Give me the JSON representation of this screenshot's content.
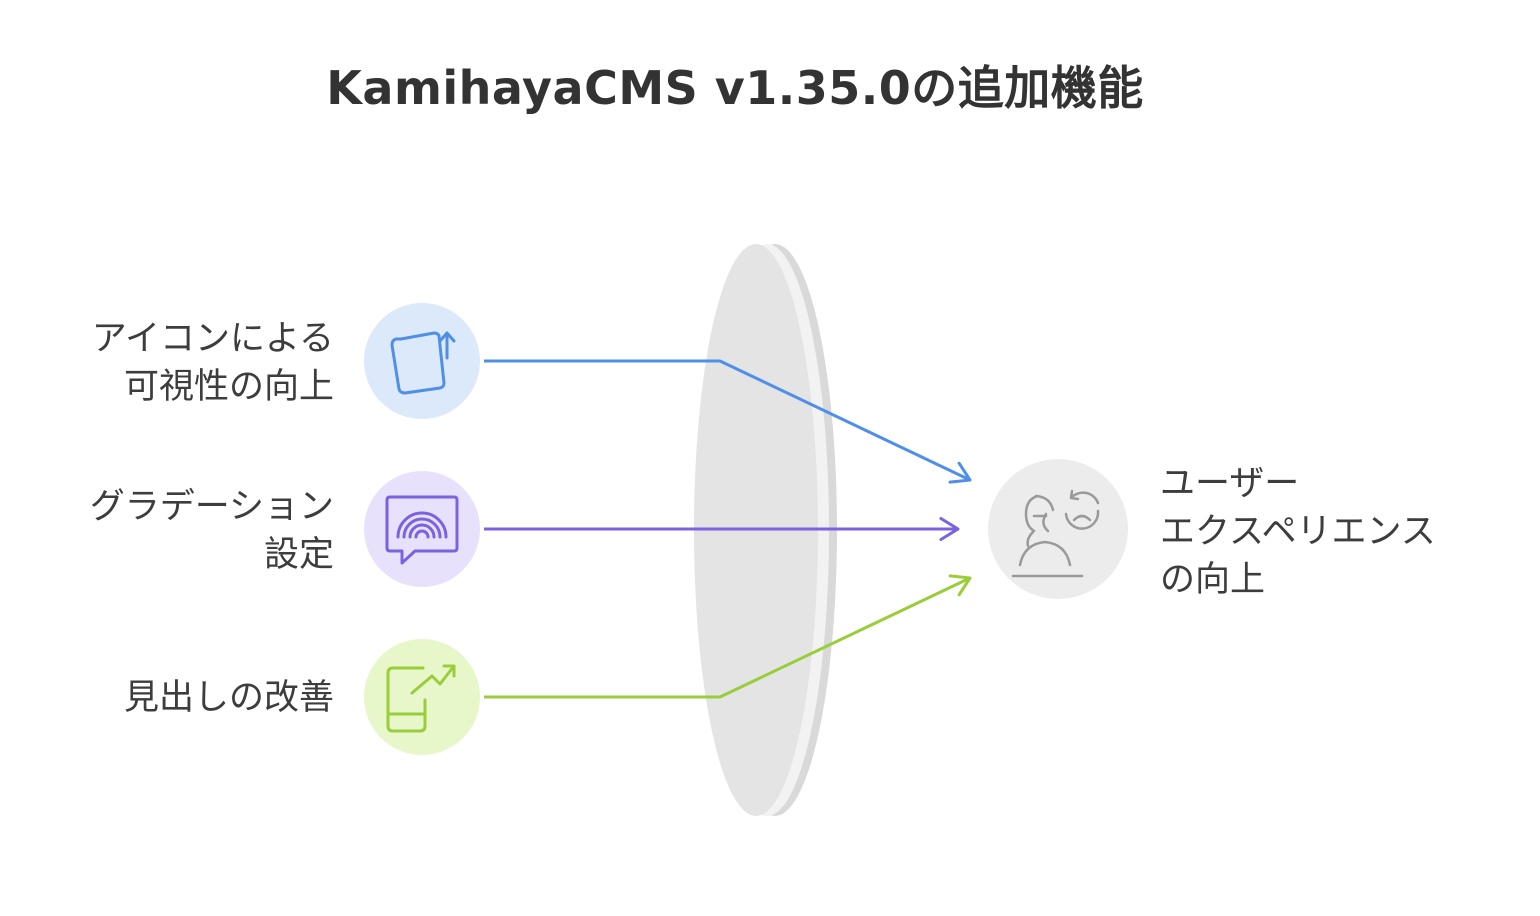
{
  "title": "KamihayaCMS v1.35.0の追加機能",
  "inputs": [
    {
      "lines": [
        "アイコンによる",
        "可視性の向上"
      ],
      "icon": "box-arrow-up-icon",
      "color": "#4f8fe8",
      "bg": "#dce9fb"
    },
    {
      "lines": [
        "グラデーション",
        "設定"
      ],
      "icon": "rainbow-message-icon",
      "color": "#7b62e0",
      "bg": "#e7e1fb"
    },
    {
      "lines": [
        "見出しの改善"
      ],
      "icon": "phone-trend-icon",
      "color": "#9acd3a",
      "bg": "#e7f7c9"
    }
  ],
  "output": {
    "lines": [
      "ユーザー",
      "エクスペリエンス",
      "の向上"
    ],
    "icon": "user-refresh-icon",
    "color": "#9a9a9a",
    "bg": "#ececec"
  },
  "lens": {
    "color": "#e3e3e3"
  }
}
